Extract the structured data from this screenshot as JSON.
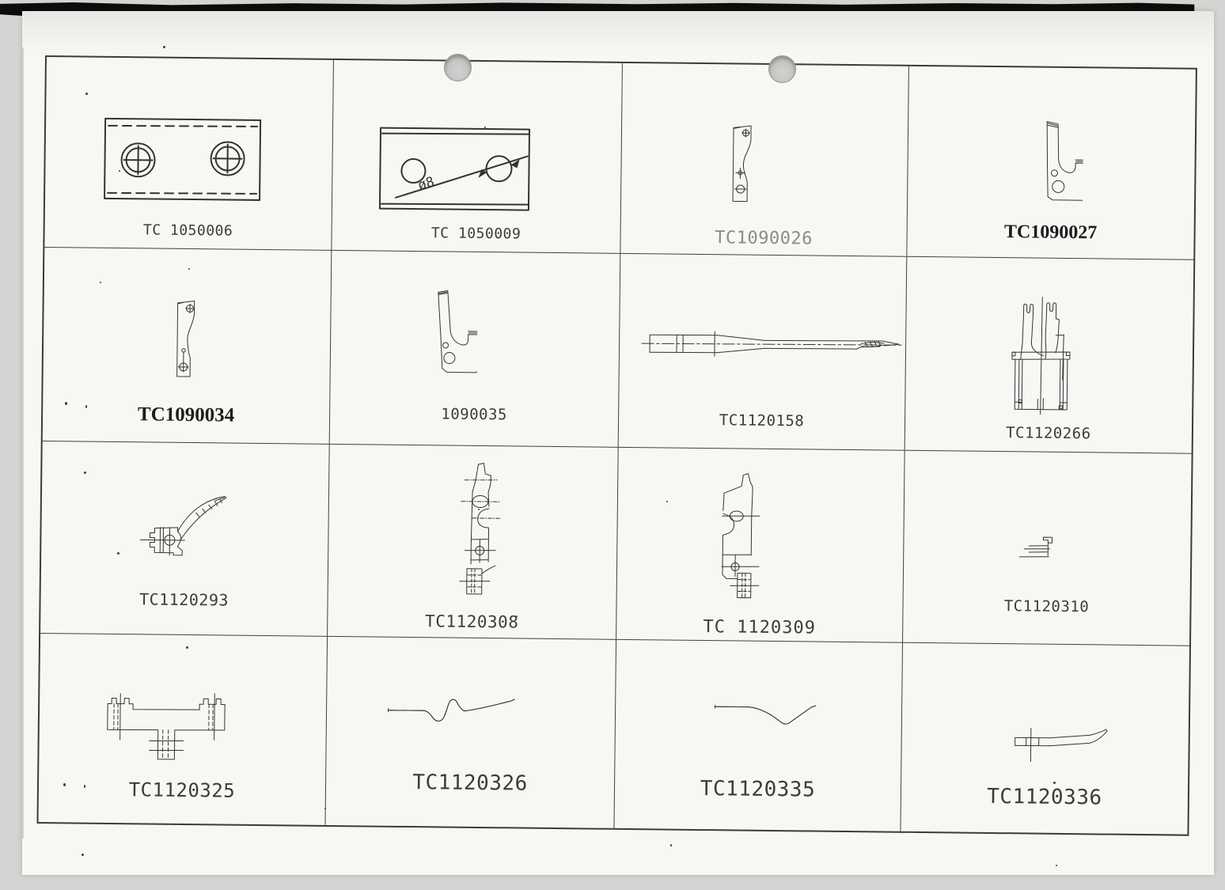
{
  "document": {
    "type": "scanned-parts-catalog-page",
    "paper_color": "#f8f7f4",
    "backdrop_color": "#d4d4d3",
    "line_color": "#3b3b3b"
  },
  "catalog": {
    "cells": [
      {
        "part_number": "TC 1050006",
        "drawing": "clamp-plate-two-screws"
      },
      {
        "part_number": "TC 1050009",
        "drawing": "plate-two-holes",
        "dimension_label": "ø8"
      },
      {
        "part_number": "TC1090026",
        "drawing": "knife-blade"
      },
      {
        "part_number": "TC1090027",
        "drawing": "looper-hook"
      },
      {
        "part_number": "TC1090034",
        "drawing": "knife-blade-mirror"
      },
      {
        "part_number": "1090035",
        "drawing": "looper-hook-thin"
      },
      {
        "part_number": "TC1120158",
        "drawing": "machine-needle"
      },
      {
        "part_number": "TC1120266",
        "drawing": "forked-bracket"
      },
      {
        "part_number": "TC1120293",
        "drawing": "curved-looper"
      },
      {
        "part_number": "TC1120308",
        "drawing": "feed-lever"
      },
      {
        "part_number": "TC 1120309",
        "drawing": "feed-lever-mirror"
      },
      {
        "part_number": "TC1120310",
        "drawing": "stepped-guide"
      },
      {
        "part_number": "TC1120325",
        "drawing": "tee-bracket"
      },
      {
        "part_number": "TC1120326",
        "drawing": "wire-spring"
      },
      {
        "part_number": "TC1120335",
        "drawing": "flat-spring"
      },
      {
        "part_number": "TC1120336",
        "drawing": "curved-blade"
      }
    ]
  }
}
